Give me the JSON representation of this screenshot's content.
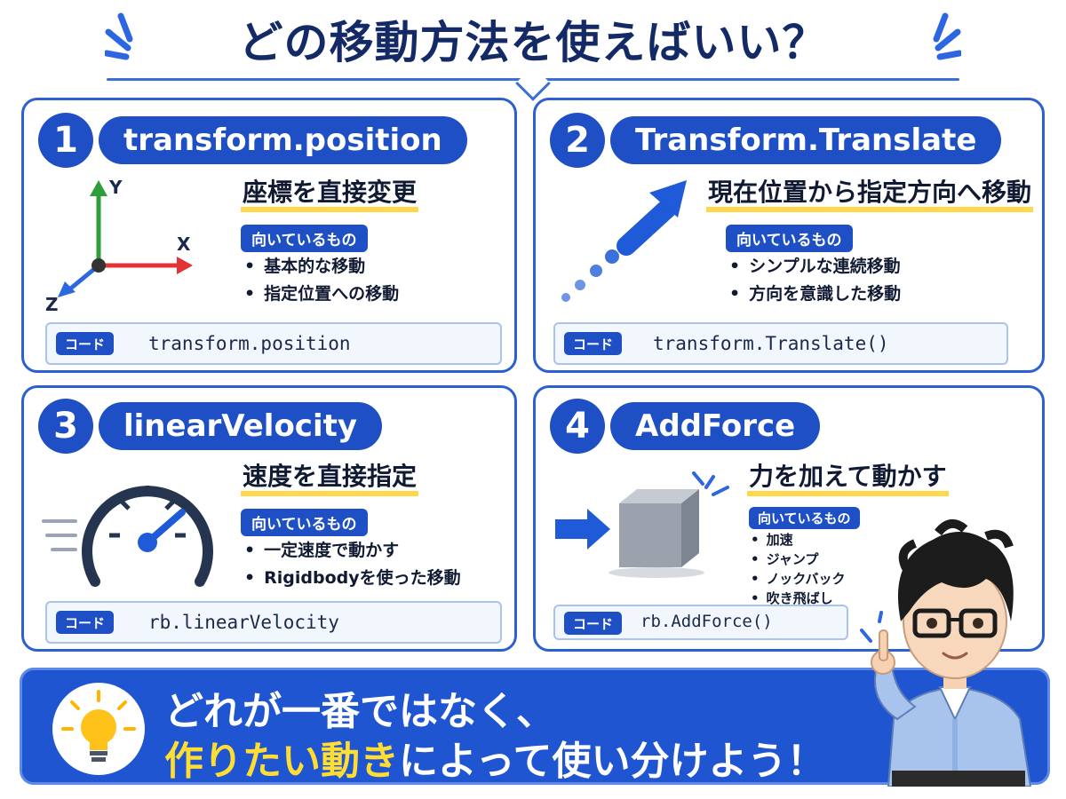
{
  "title": "どの移動方法を使えばいい？",
  "cards": [
    {
      "number": "1",
      "name": "transform.position",
      "heading": "座標を直接変更",
      "suited_label": "向いているもの",
      "bullets": [
        "基本的な移動",
        "指定位置への移動"
      ],
      "code_label": "コード",
      "code": "transform.position",
      "axes": {
        "y": "Y",
        "x": "X",
        "z": "Z"
      }
    },
    {
      "number": "2",
      "name": "Transform.Translate",
      "heading": "現在位置から指定方向へ移動",
      "suited_label": "向いているもの",
      "bullets": [
        "シンプルな連続移動",
        "方向を意識した移動"
      ],
      "code_label": "コード",
      "code": "transform.Translate()"
    },
    {
      "number": "3",
      "name": "linearVelocity",
      "heading": "速度を直接指定",
      "suited_label": "向いているもの",
      "bullets": [
        "一定速度で動かす",
        "Rigidbodyを使った移動"
      ],
      "code_label": "コード",
      "code": "rb.linearVelocity"
    },
    {
      "number": "4",
      "name": "AddForce",
      "heading": "力を加えて動かす",
      "suited_label": "向いているもの",
      "bullets": [
        "加速",
        "ジャンプ",
        "ノックバック",
        "吹き飛ばし"
      ],
      "code_label": "コード",
      "code": "rb.AddForce()"
    }
  ],
  "banner": {
    "line1": "どれが一番ではなく、",
    "line2_highlight": "作りたい動き",
    "line2_rest": "によって使い分けよう！"
  },
  "colors": {
    "primary": "#1f4fc4",
    "navy": "#142a66",
    "highlight": "#ffdd33",
    "underline": "#ffd84a"
  },
  "icons": [
    "axes-icon",
    "arrow-icon",
    "speedometer-icon",
    "cube-force-icon",
    "lightbulb-icon"
  ]
}
